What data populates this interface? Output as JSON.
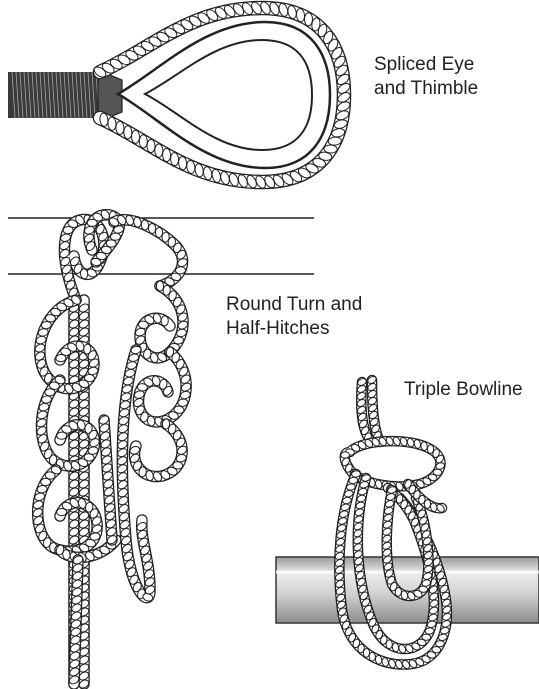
{
  "figures": [
    {
      "id": "eye",
      "caption": "Spliced Eye\nand Thimble"
    },
    {
      "id": "round",
      "caption": "Round Turn and\nHalf-Hitches"
    },
    {
      "id": "bow",
      "caption": "Triple Bowline"
    }
  ],
  "colors": {
    "ink": "#222222",
    "rope_fill": "#ffffff",
    "rope_stroke": "#222222",
    "pipe_fill": "#e6e6e6",
    "pipe_shade": "#bdbdbd",
    "rail_line": "#222222"
  }
}
